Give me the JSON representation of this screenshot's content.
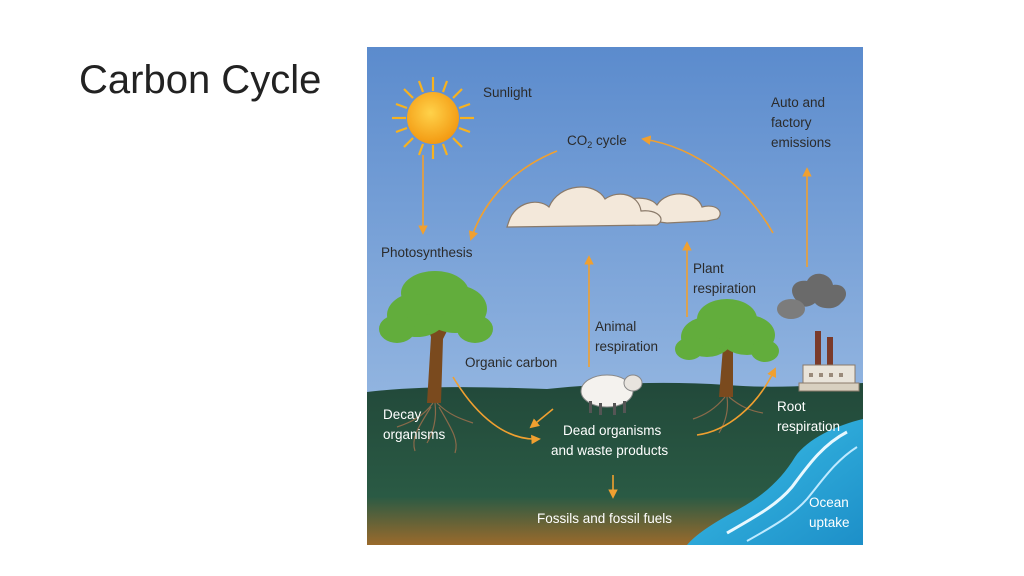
{
  "slide": {
    "title": "Carbon Cycle"
  },
  "diagram": {
    "labels": {
      "sunlight": "Sunlight",
      "co2_prefix": "CO",
      "co2_sub": "2",
      "co2_suffix": " cycle",
      "auto_line1": "Auto and",
      "auto_line2": "factory",
      "auto_line3": "emissions",
      "photosynthesis": "Photosynthesis",
      "plant_line1": "Plant",
      "plant_line2": "respiration",
      "animal_line1": "Animal",
      "animal_line2": "respiration",
      "organic_carbon": "Organic carbon",
      "decay_line1": "Decay",
      "decay_line2": "organisms",
      "dead_line1": "Dead organisms",
      "dead_line2": "and waste products",
      "root_line1": "Root",
      "root_line2": "respiration",
      "fossils": "Fossils and fossil fuels",
      "ocean_line1": "Ocean",
      "ocean_line2": "uptake"
    },
    "colors": {
      "sky_top": "#5f8fd0",
      "sky_bottom": "#a3c2e6",
      "ground_top": "#244c3c",
      "ground_bottom": "#a06a2a",
      "arrow": "#f0a030",
      "sun": "#f7a81a",
      "ocean": "#29a8d8",
      "foliage": "#5fa83a",
      "trunk": "#7a4a1e",
      "cloud": "#f2e6d8"
    }
  }
}
